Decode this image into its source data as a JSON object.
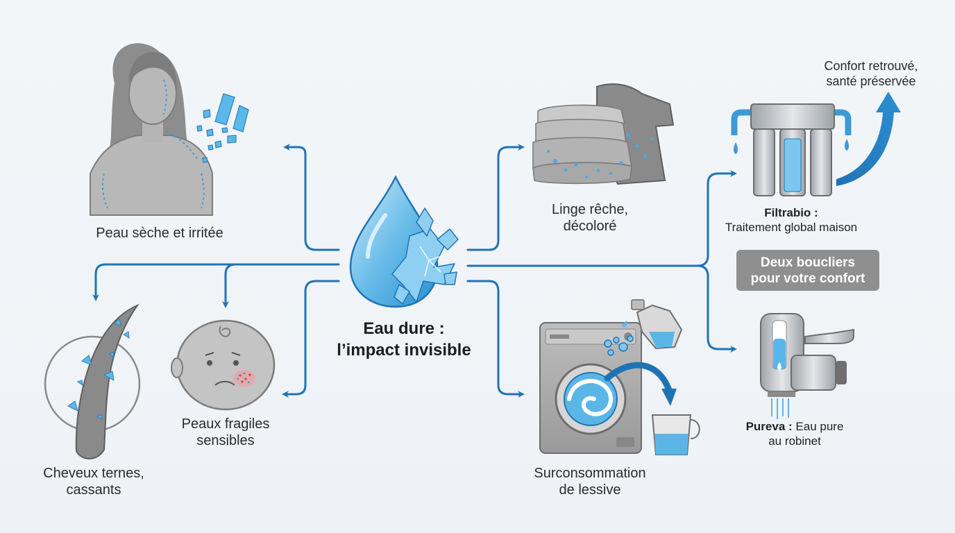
{
  "center": {
    "line1": "Eau dure :",
    "line2": "l’impact invisible"
  },
  "effects": {
    "skin": "Peau sèche et irritée",
    "laundry": {
      "line1": "Linge rêche,",
      "line2": "décoloré"
    },
    "hair": {
      "line1": "Cheveux ternes,",
      "line2": "cassants"
    },
    "baby": {
      "line1": "Peaux fragiles",
      "line2": "sensibles"
    },
    "detergent": {
      "line1": "Surconsommation",
      "line2": "de lessive"
    }
  },
  "solutions": {
    "filtrabio": {
      "name": "Filtrabio :",
      "desc": "Traitement global maison"
    },
    "pureva": {
      "name": "Pureva :",
      "desc1": "Eau pure",
      "desc2": "au robinet"
    },
    "shields_badge": {
      "line1": "Deux boucliers",
      "line2": "pour votre confort"
    },
    "result": {
      "line1": "Confort retrouvé,",
      "line2": "santé préservée"
    }
  },
  "colors": {
    "accent": "#1f73b5",
    "ice": "#4fb3e8",
    "gray": "#8c8c8c",
    "badge": "#8f8f8f"
  }
}
